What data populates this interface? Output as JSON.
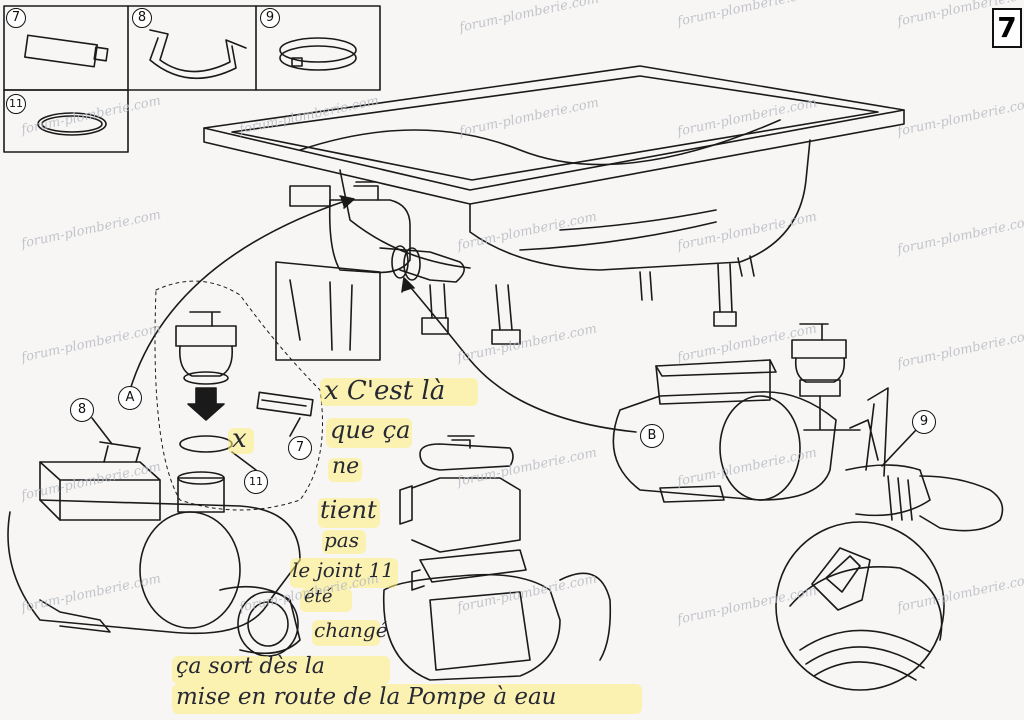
{
  "page_number": "7",
  "parts": [
    {
      "id": "7",
      "name": "filter-cartridge"
    },
    {
      "id": "8",
      "name": "retaining-clip"
    },
    {
      "id": "9",
      "name": "hose-clamp"
    },
    {
      "id": "11",
      "name": "seal-ring"
    }
  ],
  "callouts": {
    "A": "A",
    "B": "B",
    "part_8": "8",
    "part_7": "7",
    "part_11": "11",
    "part_9": "9"
  },
  "handwritten": {
    "mark": "x",
    "lines": [
      "x C'est là",
      "que ça",
      "ne",
      "tient",
      "pas",
      "le joint 11",
      "été",
      "changé",
      "ça sort dès la",
      "mise en route de la Pompe à eau"
    ]
  },
  "watermark": "forum-plomberie.com"
}
